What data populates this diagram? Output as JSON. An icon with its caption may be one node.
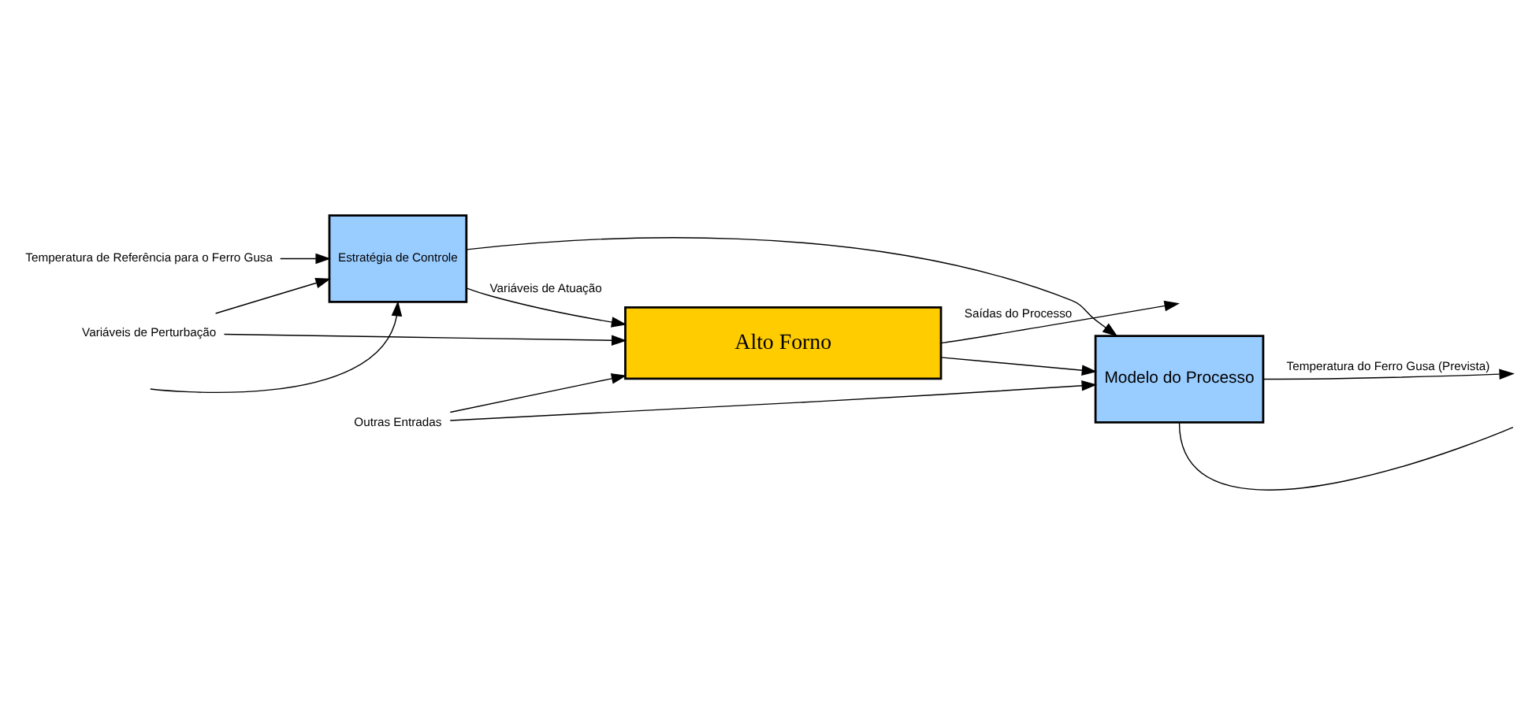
{
  "diagram": {
    "nodes": [
      {
        "text": [
          "Temperatura de Referência para o Ferro Gusa"
        ]
      },
      {
        "text": [
          "Estratégia de Controle"
        ]
      },
      {
        "text": [
          "Alto Forno"
        ]
      },
      {
        "text": [
          "Modelo do Processo"
        ]
      },
      {
        "text": [
          "Variáveis de Perturbação"
        ]
      },
      {
        "text": [
          "Outras Entradas"
        ]
      }
    ],
    "edges": [
      {
        "from": 0,
        "to": 1,
        "arrow": "to"
      },
      {
        "from": 4,
        "to": 2,
        "arrow": "to"
      },
      {
        "from": 4,
        "to": 1,
        "arrow": "to"
      },
      {
        "from": 5,
        "to": 2,
        "arrow": "to"
      },
      {
        "from": 5,
        "to": 3,
        "arrow": "to"
      },
      {
        "from": 1,
        "to": 2,
        "arrow": "to",
        "label": "Variáveis de Atuação"
      },
      {
        "from": 1,
        "to": 3,
        "arrow": "to"
      },
      {
        "from": 2,
        "to": null,
        "arrow": "to",
        "label": "Saídas do Processo"
      },
      {
        "from": 2,
        "to": 3,
        "arrow": "to"
      },
      {
        "from": 3,
        "to": null,
        "arrow": "none"
      },
      {
        "from": 3,
        "to": null,
        "arrow": "to",
        "label": "Temperatura do Ferro Gusa (Prevista)"
      },
      {
        "from": null,
        "to": 1,
        "arrow": "to"
      }
    ]
  }
}
